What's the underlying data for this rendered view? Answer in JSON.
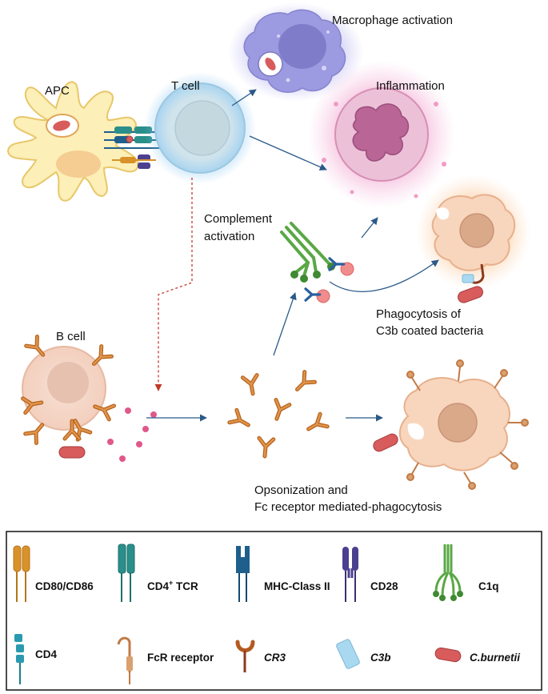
{
  "labels": {
    "apc": "APC",
    "t_cell": "T cell",
    "macrophage_activation": "Macrophage activation",
    "inflammation": "Inflammation",
    "complement_line1": "Complement",
    "complement_line2": "activation",
    "b_cell": "B cell",
    "phagocytosis_line1": "Phagocytosis of",
    "phagocytosis_line2": "C3b coated bacteria",
    "opsonization_line1": "Opsonization and",
    "opsonization_line2": "Fc receptor mediated-phagocytosis"
  },
  "legend": {
    "cd80": "CD80/CD86",
    "cd4tcr_main": "CD4",
    "cd4tcr_sup": "+",
    "cd4tcr_rest": " TCR",
    "mhc": "MHC-Class II",
    "cd28": "CD28",
    "c1q": "C1q",
    "cd4": "CD4",
    "fcr": "FcR receptor",
    "cr3": "CR3",
    "c3b": "C3b",
    "cburnetii": "C.burnetii"
  },
  "colors": {
    "orange_receptor": "#d9922a",
    "teal_tcr": "#2a8f8a",
    "blue_mhc": "#1e5f8c",
    "purple_cd28": "#4b3f8f",
    "green_c1q": "#5aa845",
    "bacteria": "#d85c5c",
    "arrow": "#2b5a8a",
    "dashed_arrow": "#c0392b"
  }
}
